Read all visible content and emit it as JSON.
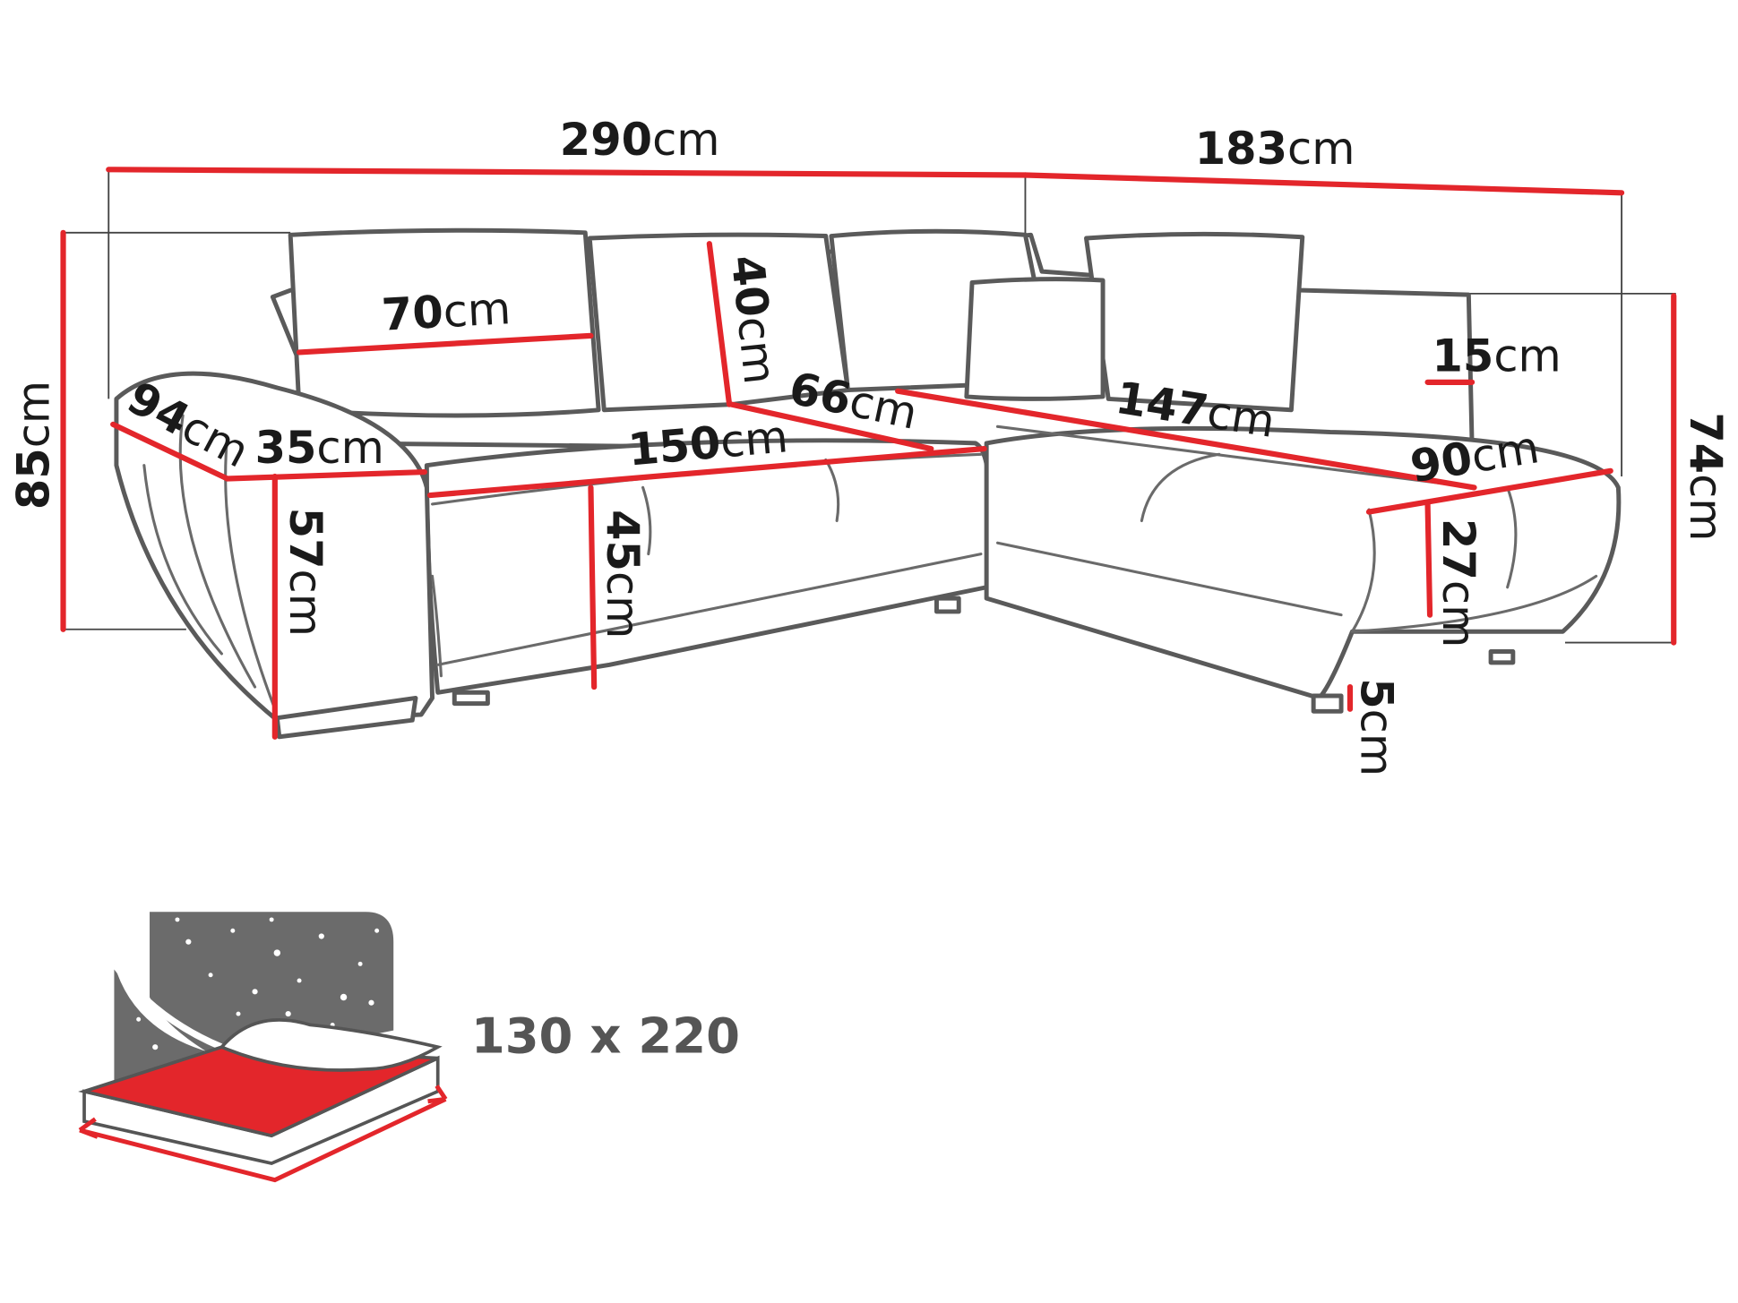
{
  "dimensions": {
    "unit": "cm",
    "total_length": "290",
    "side_length": "183",
    "total_height": "85",
    "side_height": "74",
    "cushion_width": "70",
    "cushion_height": "40",
    "depth": "94",
    "armrest_width": "35",
    "seat_width": "150",
    "seat_depth": "66",
    "chaise_length": "147",
    "armrest_height_side": "15",
    "chaise_width": "90",
    "armrest_height": "57",
    "seat_height": "45",
    "chaise_seat_height": "27",
    "leg_height": "5"
  },
  "bed": {
    "size_label": "130 x 220"
  },
  "colors": {
    "accent": "#e3262b",
    "outline": "#5a5a5a",
    "bed_background": "#6b6b6b"
  }
}
